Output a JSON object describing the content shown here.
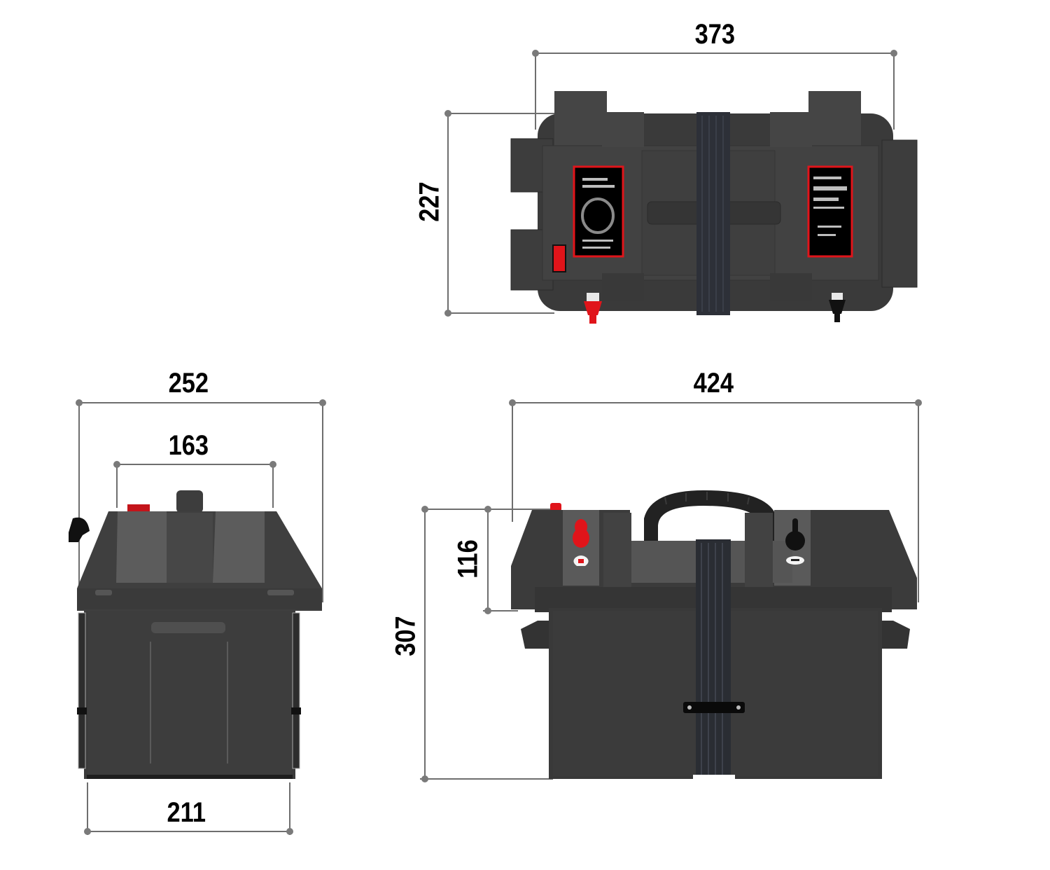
{
  "diagram": {
    "subject": "battery box dimension drawing",
    "units": "mm",
    "colors": {
      "background": "#ffffff",
      "body": "#3d3d3d",
      "body_dark": "#2e2e2e",
      "body_light": "#555555",
      "lid_light": "#5c5c5c",
      "strap": "#2a2d33",
      "accent_red": "#e0141a",
      "terminal_black": "#111111",
      "dimension_line": "#6e6e6e",
      "label": "#000000"
    },
    "views": [
      {
        "id": "top-view",
        "name": "Top view"
      },
      {
        "id": "side-view",
        "name": "Side view"
      },
      {
        "id": "front-view",
        "name": "Front view"
      }
    ],
    "dimensions": {
      "top_width": {
        "value": "373",
        "view": "top-view",
        "orientation": "horizontal"
      },
      "top_depth": {
        "value": "227",
        "view": "top-view",
        "orientation": "vertical"
      },
      "side_overall_width": {
        "value": "252",
        "view": "side-view",
        "orientation": "horizontal"
      },
      "side_lid_top_width": {
        "value": "163",
        "view": "side-view",
        "orientation": "horizontal"
      },
      "side_base_width": {
        "value": "211",
        "view": "side-view",
        "orientation": "horizontal"
      },
      "front_overall_width": {
        "value": "424",
        "view": "front-view",
        "orientation": "horizontal"
      },
      "front_lid_height": {
        "value": "116",
        "view": "front-view",
        "orientation": "vertical"
      },
      "front_overall_height": {
        "value": "307",
        "view": "front-view",
        "orientation": "vertical"
      }
    },
    "components": {
      "positive_terminal": {
        "color": "red",
        "icon": "positive-terminal-icon"
      },
      "negative_terminal": {
        "color": "black",
        "icon": "negative-terminal-icon"
      },
      "rocker_switch": {
        "color": "red",
        "icon": "switch-icon"
      },
      "carry_handle": {
        "icon": "handle-icon"
      },
      "strap": {
        "icon": "strap-icon"
      },
      "left_label_panel": {
        "icon": "voltmeter-panel-icon"
      },
      "right_label_panel": {
        "icon": "usb-panel-icon"
      }
    }
  }
}
